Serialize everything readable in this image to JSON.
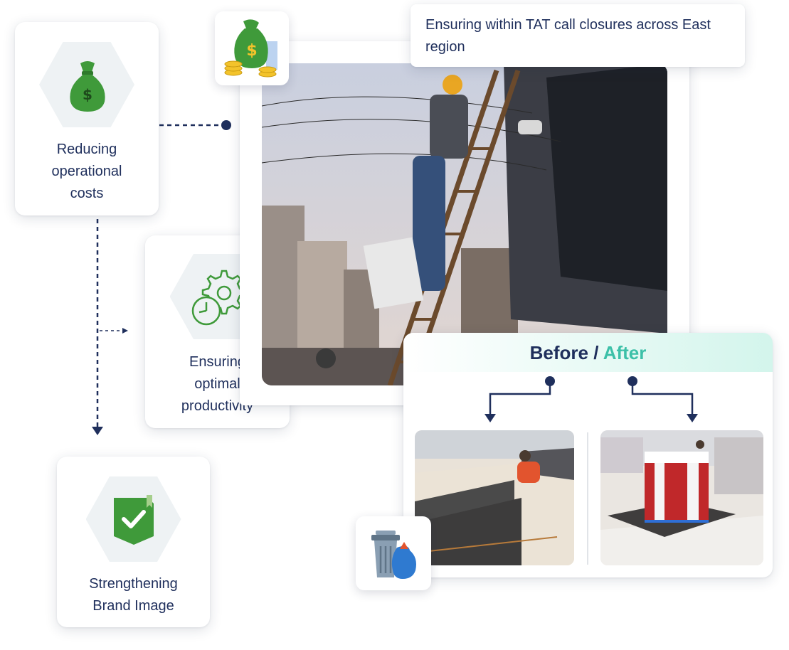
{
  "cards": {
    "reducing": {
      "label": "Reducing operational costs",
      "icon": "money-bag-icon"
    },
    "productivity": {
      "label": "Ensuring optimal productivity",
      "icon": "gear-clock-icon"
    },
    "brand": {
      "label": "Strengthening Brand Image",
      "icon": "shield-check-icon"
    }
  },
  "callout": {
    "text": "Ensuring within TAT call closures across East region"
  },
  "before_after": {
    "before_label": "Before",
    "separator": "/",
    "after_label": "After"
  },
  "colors": {
    "navy": "#1f2f5c",
    "teal_accent": "#3cc0a8",
    "mint_header": "#d6f6ee",
    "icon_green": "#3f9a3a",
    "hex_bg": "#eef2f4"
  },
  "icons": [
    "money-bag-icon",
    "money-stack-icon",
    "gear-clock-icon",
    "shield-check-icon",
    "trash-bin-icon"
  ]
}
